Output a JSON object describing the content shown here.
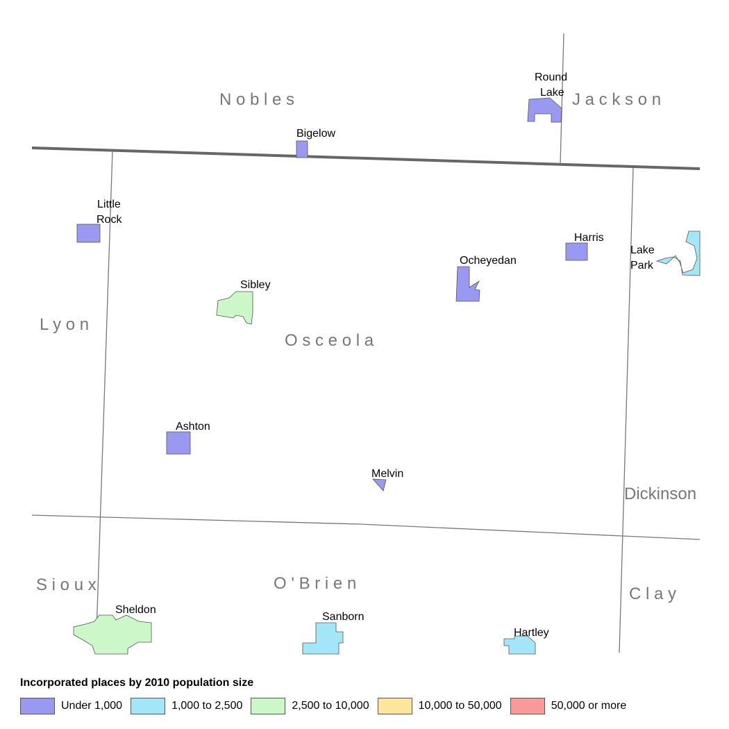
{
  "colors": {
    "under_1000": "#9999f2",
    "r1000_2500": "#a3e6f7",
    "r2500_10000": "#ccf7c8",
    "r10000_50000": "#fde69b",
    "r50000_plus": "#f99a98",
    "boundary": "#777777",
    "state_line": "#666666",
    "label": "#777777"
  },
  "counties": {
    "nobles": "N o b l e s",
    "jackson": "J a c k s o n",
    "lyon": "L y o n",
    "osceola": "O s c e o l a",
    "dickinson": "Dickinson",
    "sioux": "S i o u x",
    "obrien": "O ' B r i e n",
    "clay": "C l a y"
  },
  "places": {
    "round_lake_1": "Round",
    "round_lake_2": "Lake",
    "bigelow": "Bigelow",
    "little_rock_1": "Little",
    "little_rock_2": "Rock",
    "harris": "Harris",
    "lake_park_1": "Lake",
    "lake_park_2": "Park",
    "ocheyedan": "Ocheyedan",
    "sibley": "Sibley",
    "ashton": "Ashton",
    "melvin": "Melvin",
    "sheldon": "Sheldon",
    "sanborn": "Sanborn",
    "hartley": "Hartley"
  },
  "legend": {
    "title": "Incorporated places by 2010 population size",
    "items": [
      {
        "label": "Under 1,000",
        "color": "#9999f2"
      },
      {
        "label": "1,000 to 2,500",
        "color": "#a3e6f7"
      },
      {
        "label": "2,500 to 10,000",
        "color": "#ccf7c8"
      },
      {
        "label": "10,000 to 50,000",
        "color": "#fde69b"
      },
      {
        "label": "50,000 or more",
        "color": "#f99a98"
      }
    ]
  }
}
